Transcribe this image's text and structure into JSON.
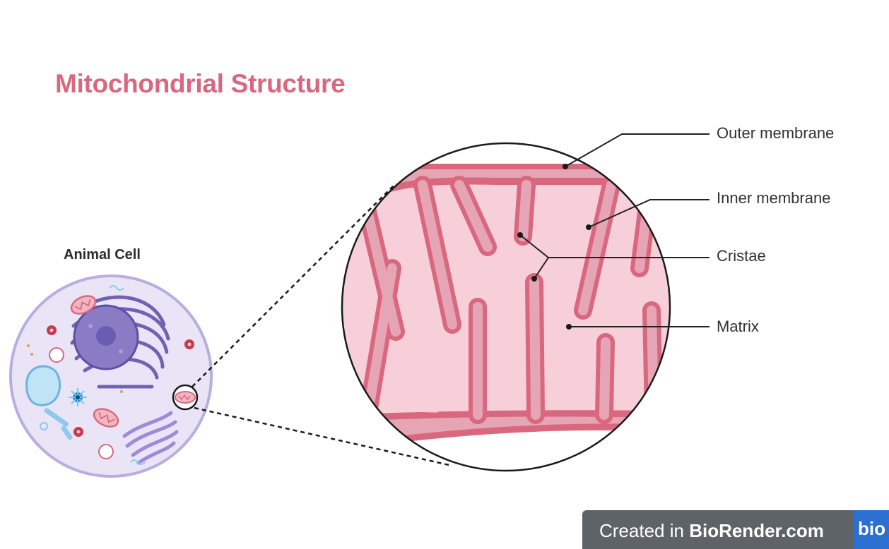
{
  "title": "Mitochondrial Structure",
  "cell_label": "Animal Cell",
  "labels": {
    "outer": "Outer membrane",
    "inner": "Inner membrane",
    "cristae": "Cristae",
    "matrix": "Matrix"
  },
  "badge": {
    "prefix": "Created in ",
    "brand": "BioRender.com",
    "logo": "bio"
  },
  "colors": {
    "title": "#d9687f",
    "membrane": "#d9687f",
    "matrix": "#f6cfd8",
    "intermembrane": "#e6a5b4",
    "cell_fill": "#e9e5f6",
    "cell_border": "#b8aee0",
    "nucleus": "#8a7cc4"
  }
}
